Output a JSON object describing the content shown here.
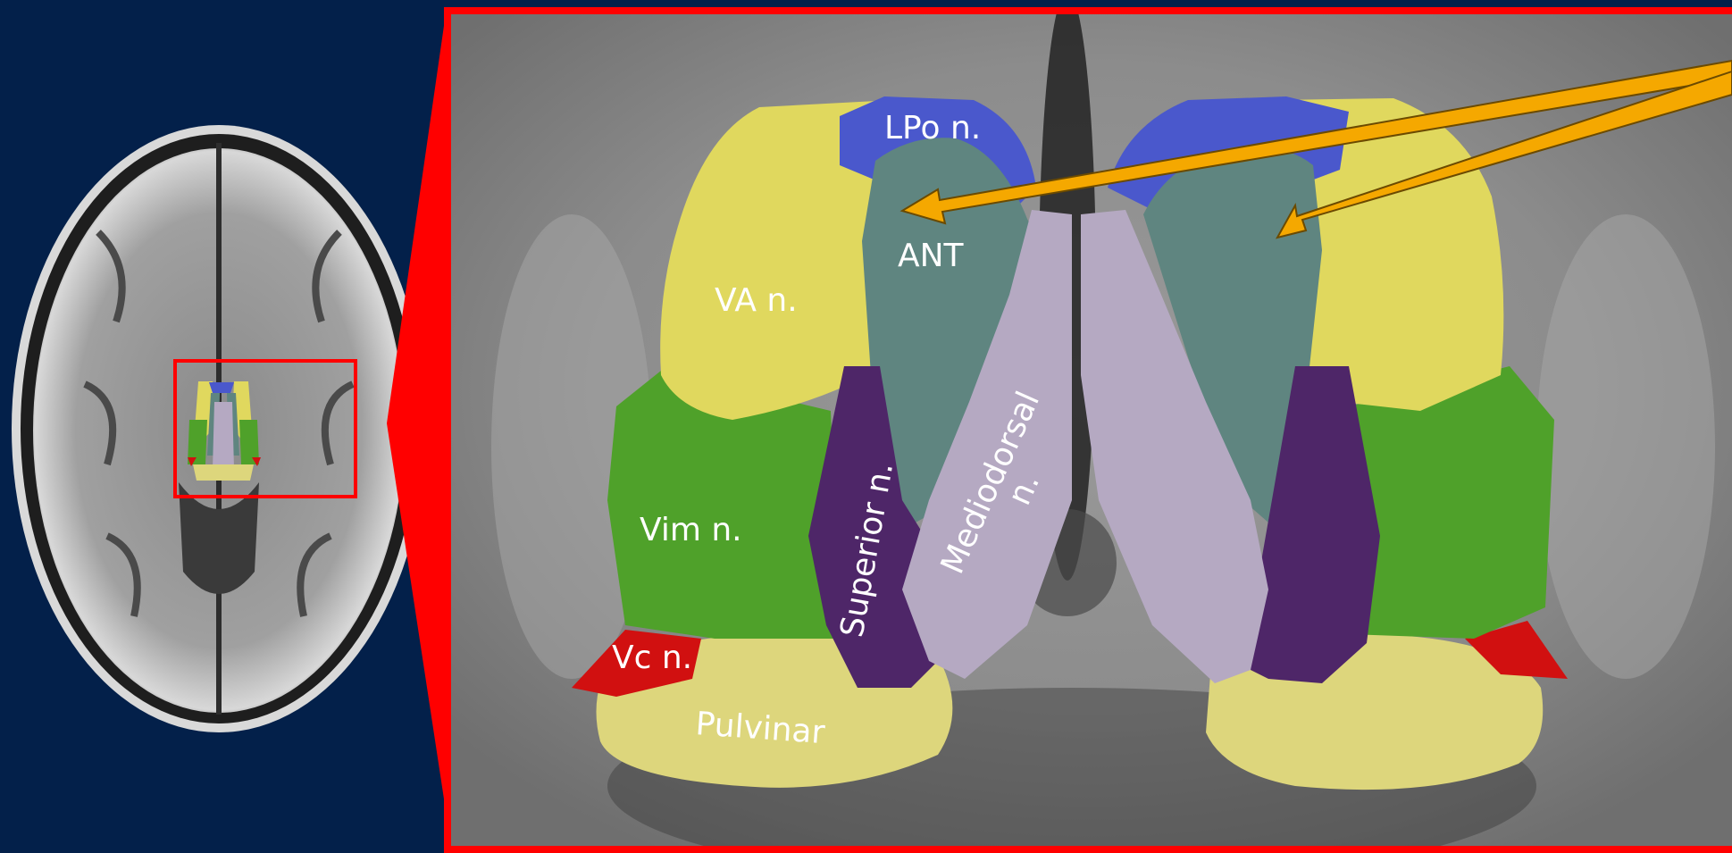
{
  "colors": {
    "background": "#03204a",
    "frame": "#ff0000",
    "arrow": "#f5a800",
    "label": "#ffffff",
    "lpo": "#4a58cc",
    "ant": "#5f8580",
    "va": "#e0d85e",
    "vim": "#4fa12a",
    "vc": "#d11010",
    "pulvinar": "#ddd67c",
    "superior": "#4e2668",
    "mediodorsal": "#b5a9c2"
  },
  "labels": {
    "lpo": "LPo n.",
    "ant": "ANT",
    "va": "VA n.",
    "vim": "Vim n.",
    "vc": "Vc n.",
    "pulvinar": "Pulvinar",
    "superior": "Superior n.",
    "mediodorsal_1": "Mediodorsal",
    "mediodorsal_2": "n."
  }
}
